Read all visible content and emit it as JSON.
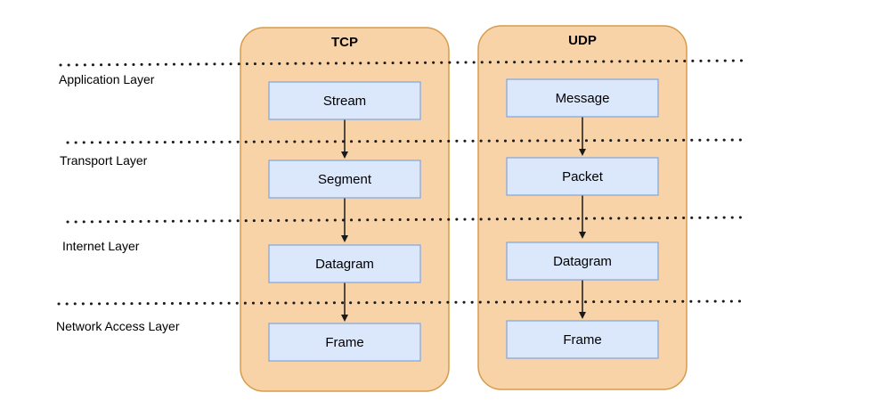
{
  "layers": [
    {
      "label": "Application Layer"
    },
    {
      "label": "Transport Layer"
    },
    {
      "label": "Internet Layer"
    },
    {
      "label": "Network Access Layer"
    }
  ],
  "columns": [
    {
      "title": "TCP",
      "items": [
        "Stream",
        "Segment",
        "Datagram",
        "Frame"
      ]
    },
    {
      "title": "UDP",
      "items": [
        "Message",
        "Packet",
        "Datagram",
        "Frame"
      ]
    }
  ],
  "colors": {
    "container_fill": "#f8d3a8",
    "container_stroke": "#d79b4a",
    "box_fill": "#dbe8fc",
    "box_stroke": "#7ea6e0",
    "arrow": "#1a1a1a",
    "dotted_line": "#1a1a1a"
  }
}
